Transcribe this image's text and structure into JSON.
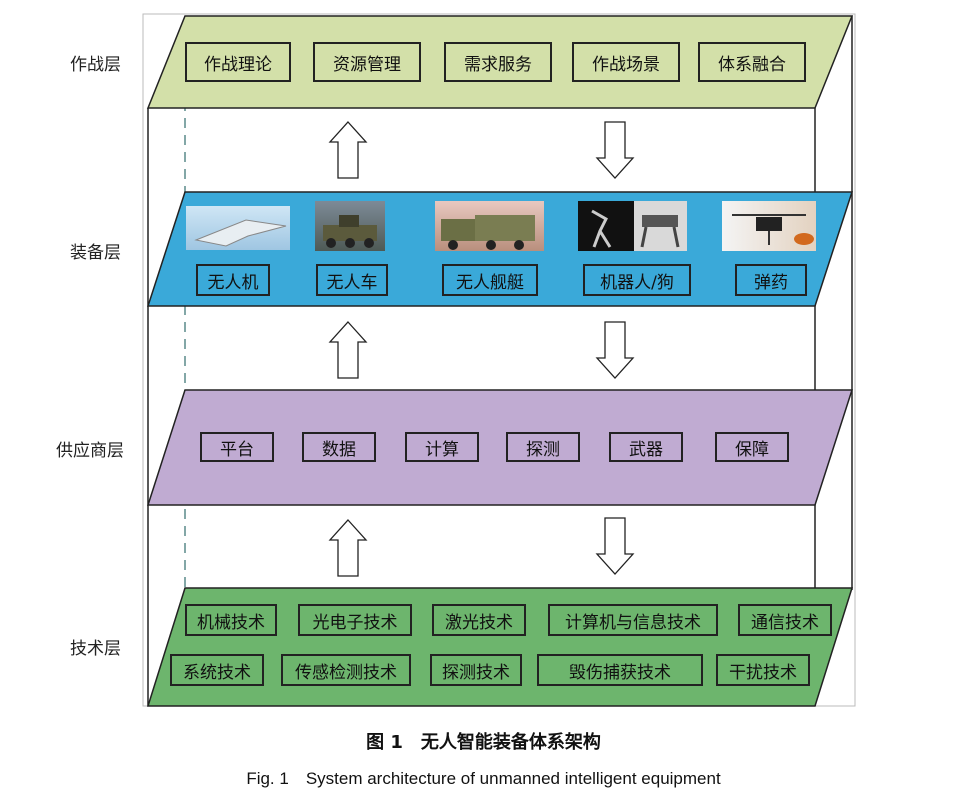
{
  "layers": {
    "combat": {
      "label": "作战层",
      "items": [
        "作战理论",
        "资源管理",
        "需求服务",
        "作战场景",
        "体系融合"
      ]
    },
    "equipment": {
      "label": "装备层",
      "items": [
        "无人机",
        "无人车",
        "无人舰艇",
        "机器人/狗",
        "弹药"
      ]
    },
    "supplier": {
      "label": "供应商层",
      "items": [
        "平台",
        "数据",
        "计算",
        "探测",
        "武器",
        "保障"
      ]
    },
    "technology": {
      "label": "技术层",
      "row1": [
        "机械技术",
        "光电子技术",
        "激光技术",
        "计算机与信息技术",
        "通信技术"
      ],
      "row2": [
        "系统技术",
        "传感检测技术",
        "探测技术",
        "毁伤捕获技术",
        "干扰技术"
      ]
    }
  },
  "colors": {
    "combat": "#d3e0a9",
    "equipment": "#3aa9d9",
    "supplier": "#c0abd2",
    "technology": "#6db56d"
  },
  "caption": {
    "cn": "图 1　无人智能装备体系架构",
    "en": "Fig. 1　System architecture of unmanned intelligent equipment"
  }
}
